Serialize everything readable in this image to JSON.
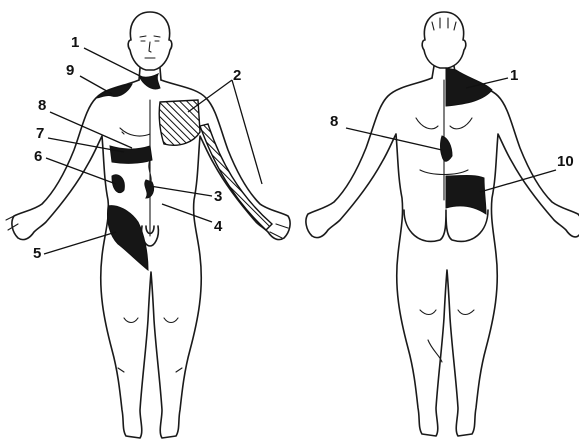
{
  "figures": {
    "front": {
      "view": "anterior"
    },
    "back": {
      "view": "posterior"
    }
  },
  "labels": [
    {
      "id": "front-1",
      "text": "1"
    },
    {
      "id": "front-9",
      "text": "9"
    },
    {
      "id": "front-2",
      "text": "2"
    },
    {
      "id": "front-8",
      "text": "8"
    },
    {
      "id": "front-7",
      "text": "7"
    },
    {
      "id": "front-6",
      "text": "6"
    },
    {
      "id": "front-3",
      "text": "3"
    },
    {
      "id": "front-4",
      "text": "4"
    },
    {
      "id": "front-5",
      "text": "5"
    },
    {
      "id": "back-1",
      "text": "1"
    },
    {
      "id": "back-8",
      "text": "8"
    },
    {
      "id": "back-10",
      "text": "10"
    }
  ],
  "colors": {
    "ink": "#1a1a1a",
    "background": "#ffffff"
  }
}
